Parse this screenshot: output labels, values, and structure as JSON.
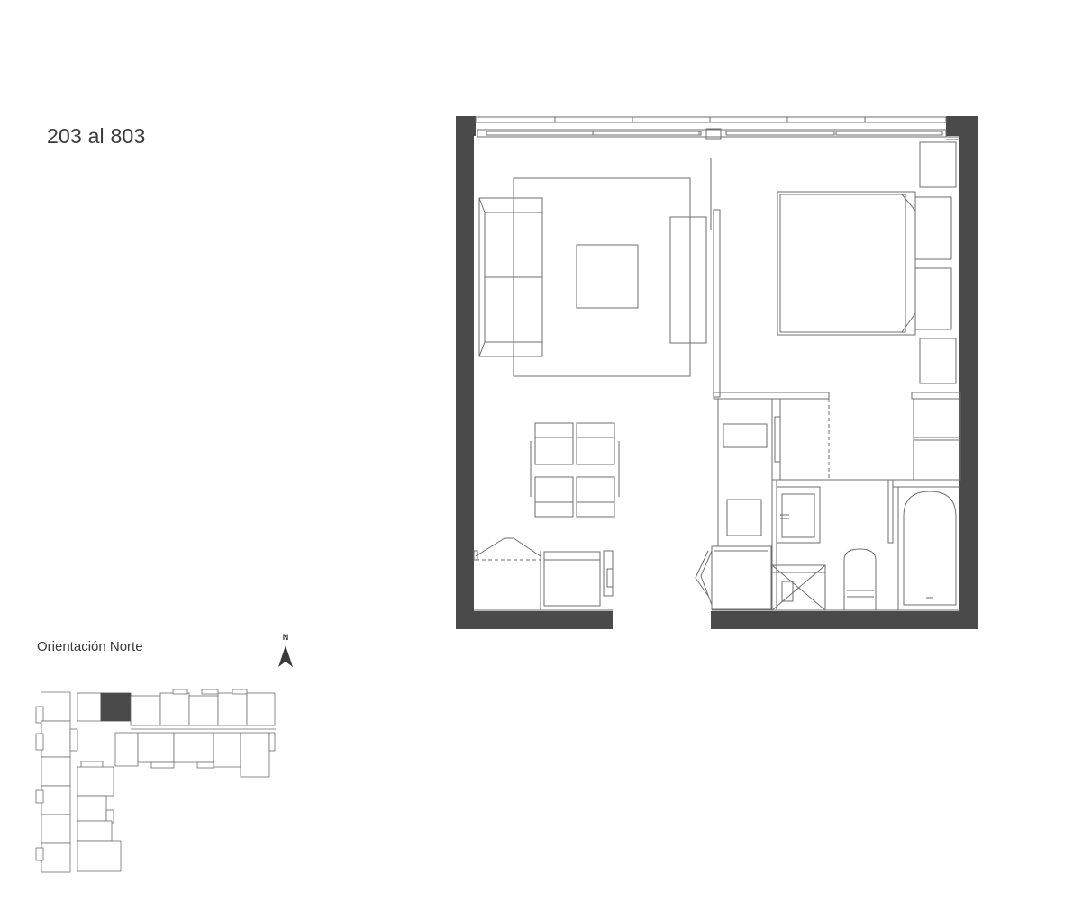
{
  "header": {
    "unit_range": "203 al 803"
  },
  "orientation": {
    "label": "Orientación Norte",
    "compass_letter": "N"
  },
  "colors": {
    "wall": "#4a4a4a",
    "line": "#6e6e6e",
    "highlight_unit": "#4a4a4a",
    "text": "#3a3a3a"
  },
  "icons": {
    "north": "north-arrow-icon"
  }
}
